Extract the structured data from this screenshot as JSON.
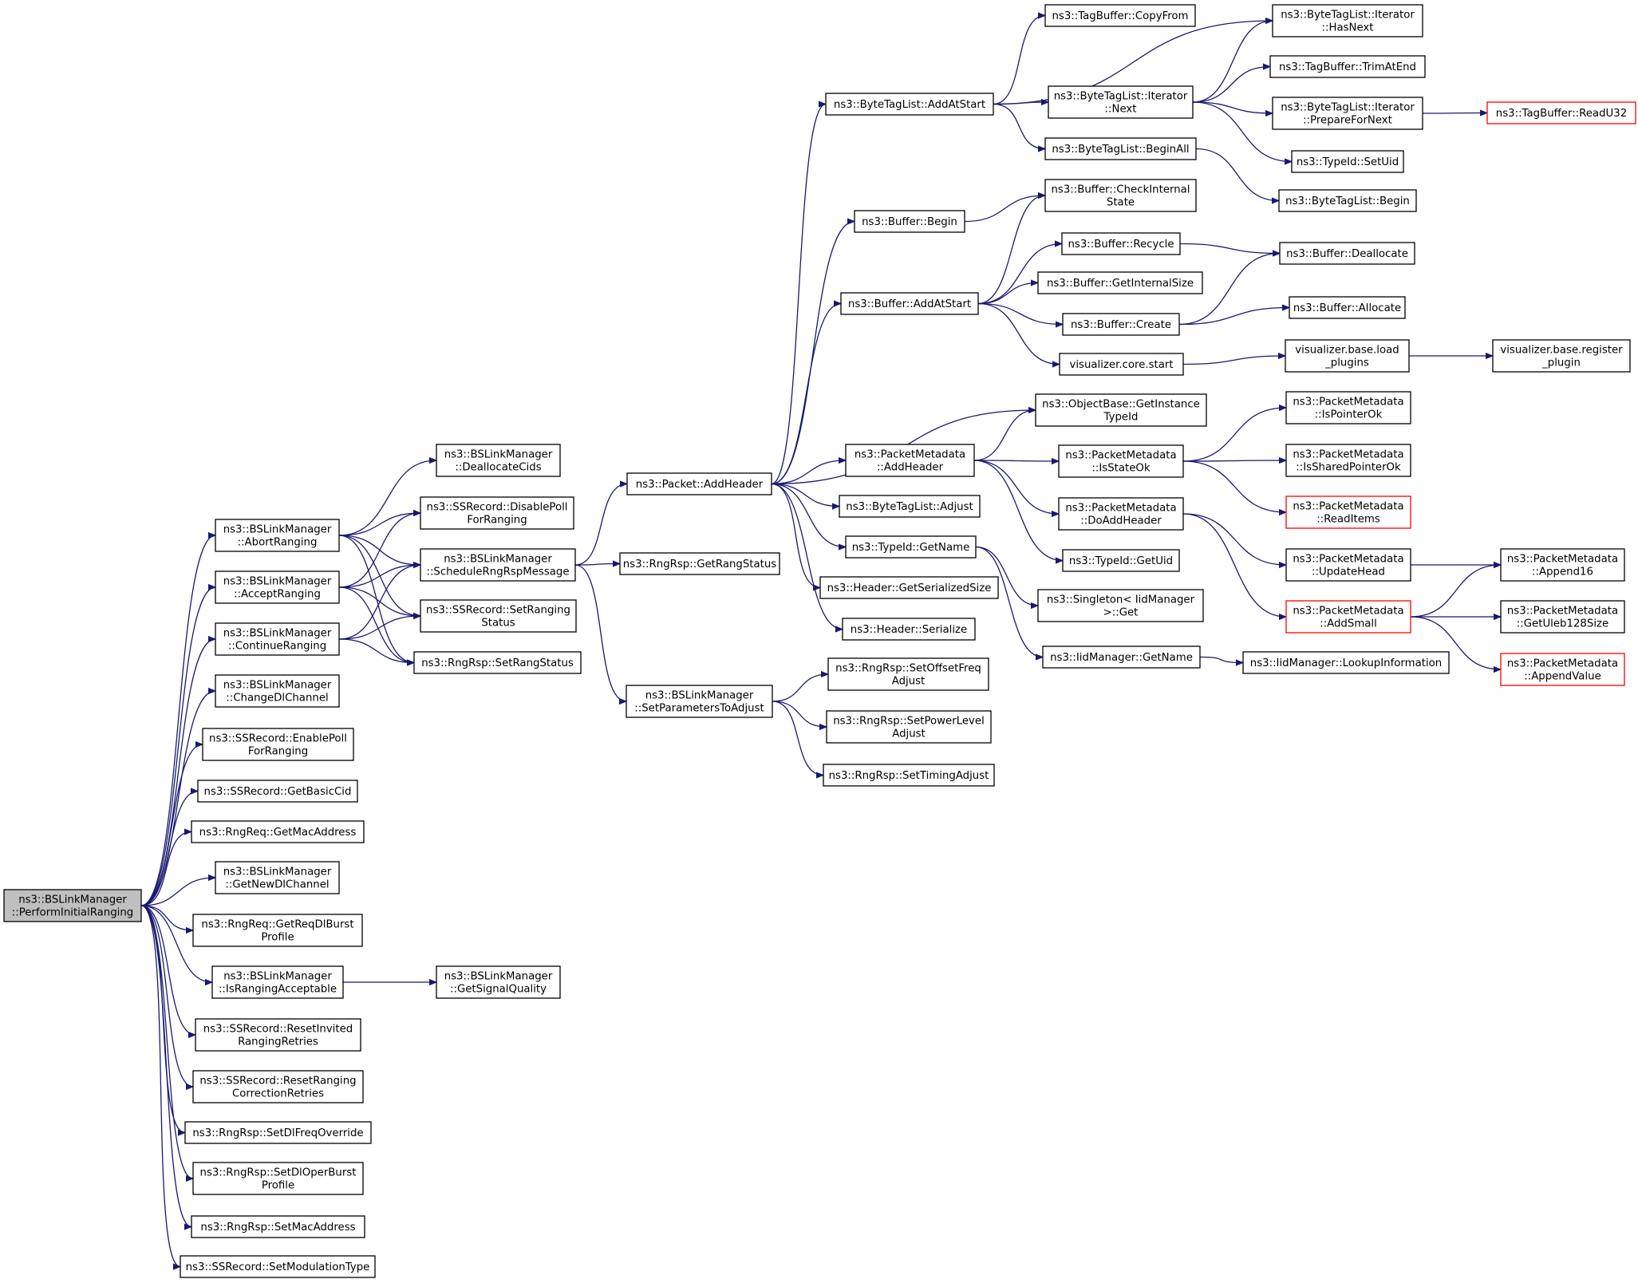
{
  "colors": {
    "edge": "#191970",
    "root_fill": "#bfbfbf",
    "red_border": "#ff0000",
    "border": "#000000"
  },
  "nodes": [
    {
      "id": "perform",
      "lines": [
        "ns3::BSLinkManager",
        "::PerformInitialRanging"
      ],
      "style": "root"
    },
    {
      "id": "abort",
      "lines": [
        "ns3::BSLinkManager",
        "::AbortRanging"
      ]
    },
    {
      "id": "accept",
      "lines": [
        "ns3::BSLinkManager",
        "::AcceptRanging"
      ]
    },
    {
      "id": "continue",
      "lines": [
        "ns3::BSLinkManager",
        "::ContinueRanging"
      ]
    },
    {
      "id": "changedl",
      "lines": [
        "ns3::BSLinkManager",
        "::ChangeDlChannel"
      ]
    },
    {
      "id": "enablepoll",
      "lines": [
        "ns3::SSRecord::EnablePoll",
        "ForRanging"
      ]
    },
    {
      "id": "getbasiccid",
      "lines": [
        "ns3::SSRecord::GetBasicCid"
      ]
    },
    {
      "id": "getmac",
      "lines": [
        "ns3::RngReq::GetMacAddress"
      ]
    },
    {
      "id": "getnewdl",
      "lines": [
        "ns3::BSLinkManager",
        "::GetNewDlChannel"
      ]
    },
    {
      "id": "getreqdl",
      "lines": [
        "ns3::RngReq::GetReqDlBurst",
        "Profile"
      ]
    },
    {
      "id": "isranging",
      "lines": [
        "ns3::BSLinkManager",
        "::IsRangingAcceptable"
      ]
    },
    {
      "id": "resetinvited",
      "lines": [
        "ns3::SSRecord::ResetInvited",
        "RangingRetries"
      ]
    },
    {
      "id": "resetranging",
      "lines": [
        "ns3::SSRecord::ResetRanging",
        "CorrectionRetries"
      ]
    },
    {
      "id": "setdlfreq",
      "lines": [
        "ns3::RngRsp::SetDlFreqOverride"
      ]
    },
    {
      "id": "setdloper",
      "lines": [
        "ns3::RngRsp::SetDlOperBurst",
        "Profile"
      ]
    },
    {
      "id": "setmacaddr",
      "lines": [
        "ns3::RngRsp::SetMacAddress"
      ]
    },
    {
      "id": "setmod",
      "lines": [
        "ns3::SSRecord::SetModulationType"
      ]
    },
    {
      "id": "dealloccids",
      "lines": [
        "ns3::BSLinkManager",
        "::DeallocateCids"
      ]
    },
    {
      "id": "disablepoll",
      "lines": [
        "ns3::SSRecord::DisablePoll",
        "ForRanging"
      ]
    },
    {
      "id": "schedule",
      "lines": [
        "ns3::BSLinkManager",
        "::ScheduleRngRspMessage"
      ]
    },
    {
      "id": "setrangingstatus",
      "lines": [
        "ns3::SSRecord::SetRanging",
        "Status"
      ]
    },
    {
      "id": "setrangstatus",
      "lines": [
        "ns3::RngRsp::SetRangStatus"
      ]
    },
    {
      "id": "getsignal",
      "lines": [
        "ns3::BSLinkManager",
        "::GetSignalQuality"
      ]
    },
    {
      "id": "addheader",
      "lines": [
        "ns3::Packet::AddHeader"
      ]
    },
    {
      "id": "getrangstatus",
      "lines": [
        "ns3::RngRsp::GetRangStatus"
      ]
    },
    {
      "id": "setparams",
      "lines": [
        "ns3::BSLinkManager",
        "::SetParametersToAdjust"
      ]
    },
    {
      "id": "bytetagaddatstart",
      "lines": [
        "ns3::ByteTagList::AddAtStart"
      ]
    },
    {
      "id": "bufbegin",
      "lines": [
        "ns3::Buffer::Begin"
      ]
    },
    {
      "id": "bufaddatstart",
      "lines": [
        "ns3::Buffer::AddAtStart"
      ]
    },
    {
      "id": "pmaddheader",
      "lines": [
        "ns3::PacketMetadata",
        "::AddHeader"
      ]
    },
    {
      "id": "btladjust",
      "lines": [
        "ns3::ByteTagList::Adjust"
      ]
    },
    {
      "id": "typeidgetname",
      "lines": [
        "ns3::TypeId::GetName"
      ]
    },
    {
      "id": "hdrgetser",
      "lines": [
        "ns3::Header::GetSerializedSize"
      ]
    },
    {
      "id": "hdrser",
      "lines": [
        "ns3::Header::Serialize"
      ]
    },
    {
      "id": "setoffset",
      "lines": [
        "ns3::RngRsp::SetOffsetFreq",
        "Adjust"
      ]
    },
    {
      "id": "setpower",
      "lines": [
        "ns3::RngRsp::SetPowerLevel",
        "Adjust"
      ]
    },
    {
      "id": "settiming",
      "lines": [
        "ns3::RngRsp::SetTimingAdjust"
      ]
    },
    {
      "id": "tbcopyfrom",
      "lines": [
        "ns3::TagBuffer::CopyFrom"
      ]
    },
    {
      "id": "btliternext",
      "lines": [
        "ns3::ByteTagList::Iterator",
        "::Next"
      ]
    },
    {
      "id": "btlbeginall",
      "lines": [
        "ns3::ByteTagList::BeginAll"
      ]
    },
    {
      "id": "bufcheck",
      "lines": [
        "ns3::Buffer::CheckInternal",
        "State"
      ]
    },
    {
      "id": "bufrecycle",
      "lines": [
        "ns3::Buffer::Recycle"
      ]
    },
    {
      "id": "bufgetsize",
      "lines": [
        "ns3::Buffer::GetInternalSize"
      ]
    },
    {
      "id": "bufcreate",
      "lines": [
        "ns3::Buffer::Create"
      ]
    },
    {
      "id": "vizstart",
      "lines": [
        "visualizer.core.start"
      ]
    },
    {
      "id": "objgettypeid",
      "lines": [
        "ns3::ObjectBase::GetInstance",
        "TypeId"
      ]
    },
    {
      "id": "pmisstateok",
      "lines": [
        "ns3::PacketMetadata",
        "::IsStateOk"
      ]
    },
    {
      "id": "pmdoadd",
      "lines": [
        "ns3::PacketMetadata",
        "::DoAddHeader"
      ]
    },
    {
      "id": "typeidgetuid",
      "lines": [
        "ns3::TypeId::GetUid"
      ]
    },
    {
      "id": "singletonget",
      "lines": [
        "ns3::Singleton< IidManager",
        ">::Get"
      ]
    },
    {
      "id": "iidgetname",
      "lines": [
        "ns3::IidManager::GetName"
      ]
    },
    {
      "id": "btlhasnext",
      "lines": [
        "ns3::ByteTagList::Iterator",
        "::HasNext"
      ]
    },
    {
      "id": "tbtrim",
      "lines": [
        "ns3::TagBuffer::TrimAtEnd"
      ]
    },
    {
      "id": "btlprepare",
      "lines": [
        "ns3::ByteTagList::Iterator",
        "::PrepareForNext"
      ]
    },
    {
      "id": "typeidsetuid",
      "lines": [
        "ns3::TypeId::SetUid"
      ]
    },
    {
      "id": "btlbegin",
      "lines": [
        "ns3::ByteTagList::Begin"
      ]
    },
    {
      "id": "bufdealloc",
      "lines": [
        "ns3::Buffer::Deallocate"
      ]
    },
    {
      "id": "bufalloc",
      "lines": [
        "ns3::Buffer::Allocate"
      ]
    },
    {
      "id": "vizload",
      "lines": [
        "visualizer.base.load",
        "_plugins"
      ]
    },
    {
      "id": "pmispointer",
      "lines": [
        "ns3::PacketMetadata",
        "::IsPointerOk"
      ]
    },
    {
      "id": "pmisshared",
      "lines": [
        "ns3::PacketMetadata",
        "::IsSharedPointerOk"
      ]
    },
    {
      "id": "pmreaditems",
      "lines": [
        "ns3::PacketMetadata",
        "::ReadItems"
      ],
      "style": "red"
    },
    {
      "id": "pmupdatehead",
      "lines": [
        "ns3::PacketMetadata",
        "::UpdateHead"
      ]
    },
    {
      "id": "pmaddsmall",
      "lines": [
        "ns3::PacketMetadata",
        "::AddSmall"
      ],
      "style": "red"
    },
    {
      "id": "iidlookup",
      "lines": [
        "ns3::IidManager::LookupInformation"
      ]
    },
    {
      "id": "tbreadu32",
      "lines": [
        "ns3::TagBuffer::ReadU32"
      ],
      "style": "red"
    },
    {
      "id": "vizregister",
      "lines": [
        "visualizer.base.register",
        "_plugin"
      ]
    },
    {
      "id": "pmappend16",
      "lines": [
        "ns3::PacketMetadata",
        "::Append16"
      ]
    },
    {
      "id": "pmgetuleb",
      "lines": [
        "ns3::PacketMetadata",
        "::GetUleb128Size"
      ]
    },
    {
      "id": "pmappendvalue",
      "lines": [
        "ns3::PacketMetadata",
        "::AppendValue"
      ],
      "style": "red"
    }
  ],
  "edges": [
    [
      "perform",
      "abort"
    ],
    [
      "perform",
      "accept"
    ],
    [
      "perform",
      "continue"
    ],
    [
      "perform",
      "changedl"
    ],
    [
      "perform",
      "enablepoll"
    ],
    [
      "perform",
      "getbasiccid"
    ],
    [
      "perform",
      "getmac"
    ],
    [
      "perform",
      "getnewdl"
    ],
    [
      "perform",
      "getreqdl"
    ],
    [
      "perform",
      "isranging"
    ],
    [
      "perform",
      "resetinvited"
    ],
    [
      "perform",
      "resetranging"
    ],
    [
      "perform",
      "setdlfreq"
    ],
    [
      "perform",
      "setdloper"
    ],
    [
      "perform",
      "setmacaddr"
    ],
    [
      "perform",
      "setmod"
    ],
    [
      "abort",
      "dealloccids"
    ],
    [
      "abort",
      "disablepoll"
    ],
    [
      "abort",
      "schedule"
    ],
    [
      "abort",
      "setrangingstatus"
    ],
    [
      "abort",
      "setrangstatus"
    ],
    [
      "accept",
      "disablepoll"
    ],
    [
      "accept",
      "schedule"
    ],
    [
      "accept",
      "setrangingstatus"
    ],
    [
      "accept",
      "setrangstatus"
    ],
    [
      "continue",
      "schedule"
    ],
    [
      "continue",
      "setrangingstatus"
    ],
    [
      "continue",
      "setrangstatus"
    ],
    [
      "isranging",
      "getsignal"
    ],
    [
      "schedule",
      "addheader"
    ],
    [
      "schedule",
      "getrangstatus"
    ],
    [
      "schedule",
      "setparams"
    ],
    [
      "setparams",
      "setoffset"
    ],
    [
      "setparams",
      "setpower"
    ],
    [
      "setparams",
      "settiming"
    ],
    [
      "addheader",
      "bytetagaddatstart"
    ],
    [
      "addheader",
      "bufbegin"
    ],
    [
      "addheader",
      "bufaddatstart"
    ],
    [
      "addheader",
      "objgettypeid"
    ],
    [
      "addheader",
      "pmaddheader"
    ],
    [
      "addheader",
      "btladjust"
    ],
    [
      "addheader",
      "typeidgetname"
    ],
    [
      "addheader",
      "hdrgetser"
    ],
    [
      "addheader",
      "hdrser"
    ],
    [
      "bytetagaddatstart",
      "tbcopyfrom"
    ],
    [
      "bytetagaddatstart",
      "btlhasnext"
    ],
    [
      "bytetagaddatstart",
      "btliternext"
    ],
    [
      "bytetagaddatstart",
      "btlbeginall"
    ],
    [
      "btliternext",
      "btlhasnext"
    ],
    [
      "btliternext",
      "tbtrim"
    ],
    [
      "btliternext",
      "btlprepare"
    ],
    [
      "btliternext",
      "typeidsetuid"
    ],
    [
      "btlprepare",
      "tbreadu32"
    ],
    [
      "btlbeginall",
      "btlbegin"
    ],
    [
      "bufbegin",
      "bufcheck"
    ],
    [
      "bufaddatstart",
      "bufcheck"
    ],
    [
      "bufaddatstart",
      "bufrecycle"
    ],
    [
      "bufaddatstart",
      "bufgetsize"
    ],
    [
      "bufaddatstart",
      "bufcreate"
    ],
    [
      "bufaddatstart",
      "vizstart"
    ],
    [
      "bufrecycle",
      "bufdealloc"
    ],
    [
      "bufcreate",
      "bufdealloc"
    ],
    [
      "bufcreate",
      "bufalloc"
    ],
    [
      "vizstart",
      "vizload"
    ],
    [
      "vizload",
      "vizregister"
    ],
    [
      "pmaddheader",
      "objgettypeid"
    ],
    [
      "pmaddheader",
      "pmisstateok"
    ],
    [
      "pmaddheader",
      "pmdoadd"
    ],
    [
      "pmaddheader",
      "typeidgetuid"
    ],
    [
      "pmisstateok",
      "pmispointer"
    ],
    [
      "pmisstateok",
      "pmisshared"
    ],
    [
      "pmisstateok",
      "pmreaditems"
    ],
    [
      "pmdoadd",
      "pmupdatehead"
    ],
    [
      "pmdoadd",
      "pmaddsmall"
    ],
    [
      "pmupdatehead",
      "pmappend16"
    ],
    [
      "pmaddsmall",
      "pmappend16"
    ],
    [
      "pmaddsmall",
      "pmgetuleb"
    ],
    [
      "pmaddsmall",
      "pmappendvalue"
    ],
    [
      "typeidgetname",
      "singletonget"
    ],
    [
      "typeidgetname",
      "iidgetname"
    ],
    [
      "iidgetname",
      "iidlookup"
    ]
  ]
}
